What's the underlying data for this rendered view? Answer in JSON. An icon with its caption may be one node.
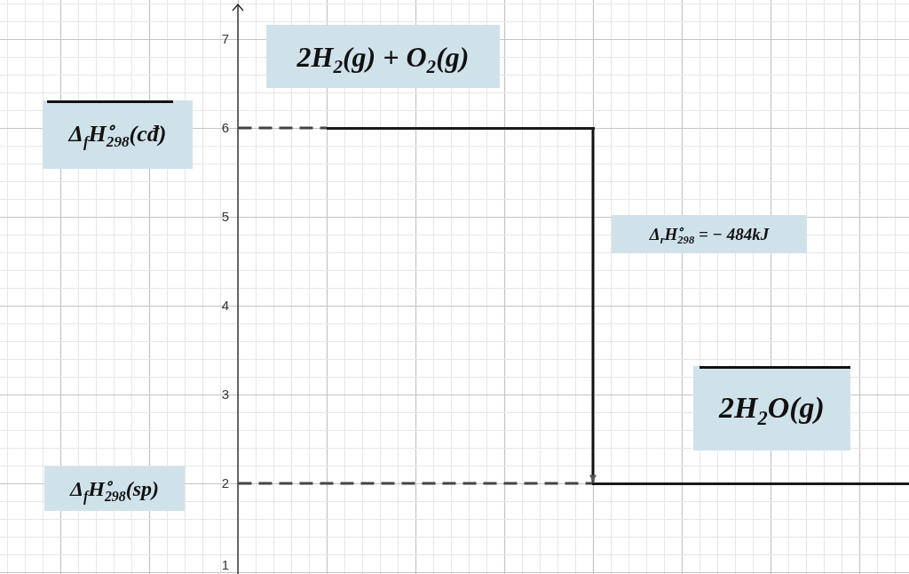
{
  "diagram": {
    "nodes": [
      {
        "text": [
          "2H$_{2}$(g) + O$_{2}$(g)"
        ]
      },
      {
        "text": [
          "Δ$_{f}$H$^{∘}$$_{298}$(cđ)"
        ]
      },
      {
        "text": [],
        "shape": "bar"
      },
      {
        "text": [
          "Δ$_{r}$H$^{∘}$$_{298}$ = − 484kJ"
        ]
      },
      {
        "text": [
          "2H$_{2}$O(g)"
        ]
      },
      {
        "text": [
          "Δ$_{f}$H$^{∘}$$_{298}$(sp)"
        ]
      },
      {
        "text": [],
        "shape": "bar"
      }
    ],
    "edges": [
      {
        "from": 2,
        "to": 6,
        "arrow": "to"
      }
    ],
    "labels": [
      "7",
      "6",
      "5",
      "4",
      "3",
      "2",
      "1"
    ]
  }
}
